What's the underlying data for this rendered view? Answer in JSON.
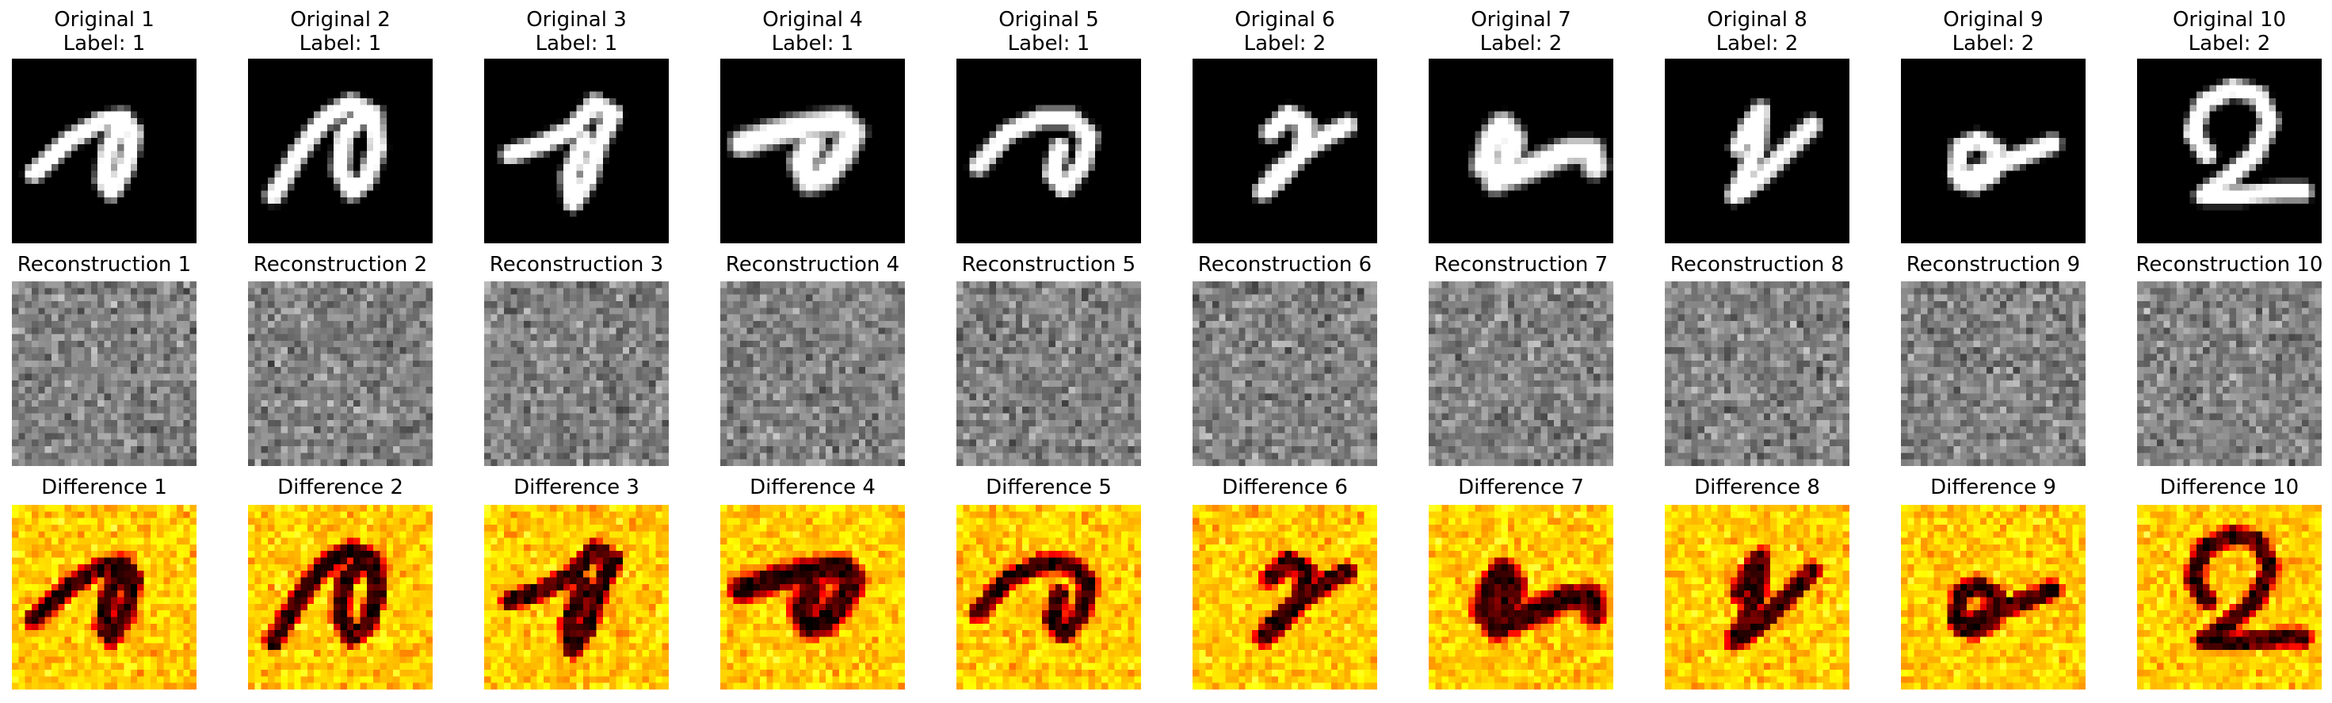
{
  "figure": {
    "rows": [
      {
        "kind": "original",
        "titles": [
          [
            "Original 1",
            "Label: 1"
          ],
          [
            "Original 2",
            "Label: 1"
          ],
          [
            "Original 3",
            "Label: 1"
          ],
          [
            "Original 4",
            "Label: 1"
          ],
          [
            "Original 5",
            "Label: 1"
          ],
          [
            "Original 6",
            "Label: 2"
          ],
          [
            "Original 7",
            "Label: 2"
          ],
          [
            "Original 8",
            "Label: 2"
          ],
          [
            "Original 9",
            "Label: 2"
          ],
          [
            "Original 10",
            "Label: 2"
          ]
        ],
        "colormap": "gray"
      },
      {
        "kind": "reconstruction",
        "titles": [
          [
            "Reconstruction 1"
          ],
          [
            "Reconstruction 2"
          ],
          [
            "Reconstruction 3"
          ],
          [
            "Reconstruction 4"
          ],
          [
            "Reconstruction 5"
          ],
          [
            "Reconstruction 6"
          ],
          [
            "Reconstruction 7"
          ],
          [
            "Reconstruction 8"
          ],
          [
            "Reconstruction 9"
          ],
          [
            "Reconstruction 10"
          ]
        ],
        "colormap": "gray"
      },
      {
        "kind": "difference",
        "titles": [
          [
            "Difference 1"
          ],
          [
            "Difference 2"
          ],
          [
            "Difference 3"
          ],
          [
            "Difference 4"
          ],
          [
            "Difference 5"
          ],
          [
            "Difference 6"
          ],
          [
            "Difference 7"
          ],
          [
            "Difference 8"
          ],
          [
            "Difference 9"
          ],
          [
            "Difference 10"
          ]
        ],
        "colormap": "hot"
      }
    ],
    "labels": [
      1,
      1,
      1,
      1,
      1,
      2,
      2,
      2,
      2,
      2
    ]
  }
}
